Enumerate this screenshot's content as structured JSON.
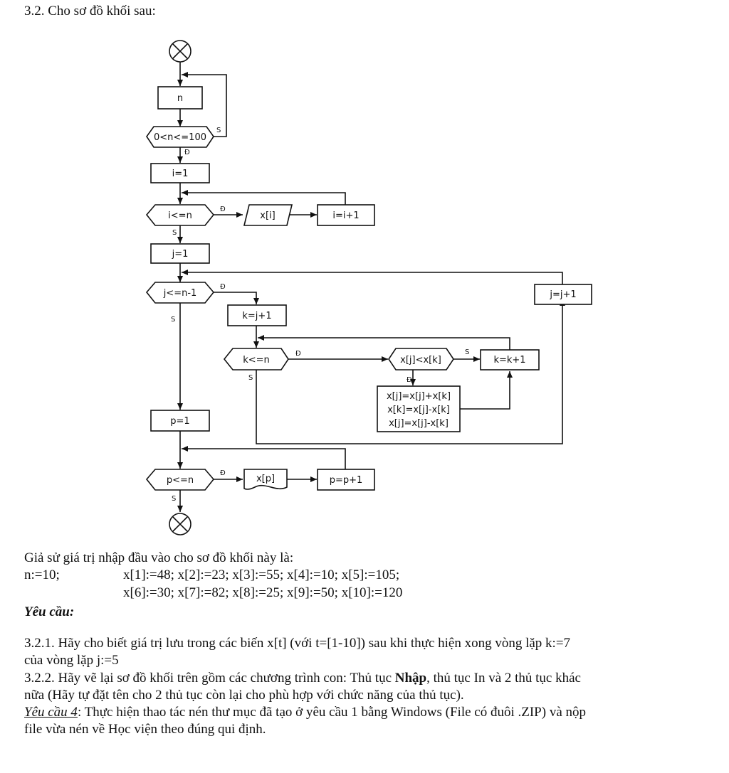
{
  "section_title": "3.2. Cho sơ đồ khối sau:",
  "flowchart": {
    "input_n": "n",
    "cond_n": "0<n<=100",
    "init_i": "i=1",
    "cond_i": "i<=n",
    "input_xi": "x[i]",
    "inc_i": "i=i+1",
    "init_j": "j=1",
    "cond_j": "j<=n-1",
    "inc_j": "j=j+1",
    "init_k": "k=j+1",
    "cond_k": "k<=n",
    "cond_swap": "x[j]<x[k]",
    "inc_k": "k=k+1",
    "swap_1": "x[j]=x[j]+x[k]",
    "swap_2": "x[k]=x[j]-x[k]",
    "swap_3": "x[j]=x[j]-x[k]",
    "init_p": "p=1",
    "cond_p": "p<=n",
    "output_xp": "x[p]",
    "inc_p": "p=p+1",
    "yes_label": "Đ",
    "no_label": "S"
  },
  "text": {
    "assume": "Giả sử giá trị nhập đầu vào cho sơ đồ khối này là:",
    "n_value": "n:=10;",
    "x_line1": "x[1]:=48; x[2]:=23; x[3]:=55; x[4]:=10; x[5]:=105;",
    "x_line2": "x[6]:=30; x[7]:=82; x[8]:=25; x[9]:=50; x[10]:=120",
    "requirements": "Yêu cầu:",
    "req_321_a": "3.2.1. Hãy cho biết giá trị lưu trong các biến x[t] (với t=[1-10]) sau khi thực hiện xong vòng lặp k:=7",
    "req_321_b": "của vòng lặp j:=5",
    "req_322_pre": "3.2.2. Hãy vẽ lại sơ đồ khối trên gồm các chương trình con: Thủ tục ",
    "req_322_bold": "Nhập",
    "req_322_post": ", thủ tục In và 2 thủ tục khác",
    "req_322_b": "nữa (Hãy tự đặt tên cho 2 thủ tục còn lại cho phù hợp với chức năng của thủ tục).",
    "req4_label": "Yêu cầu 4",
    "req4_a": ": Thực hiện thao tác nén thư mục đã tạo ở yêu cầu 1 bằng Windows (File có đuôi .ZIP) và nộp",
    "req4_b": "file vừa nén về Học viện theo đúng qui định."
  }
}
